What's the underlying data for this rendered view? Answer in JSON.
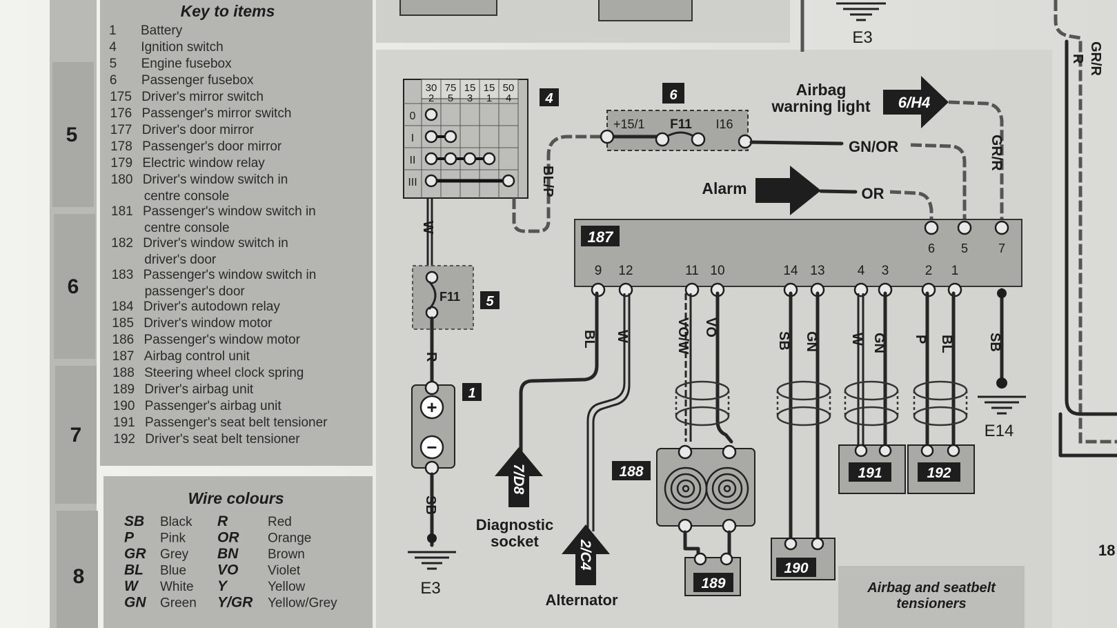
{
  "key_panel": {
    "title": "Key to items",
    "items": [
      {
        "num": "1",
        "label": "Battery"
      },
      {
        "num": "4",
        "label": "Ignition switch"
      },
      {
        "num": "5",
        "label": "Engine fusebox"
      },
      {
        "num": "6",
        "label": "Passenger fusebox"
      },
      {
        "num": "175",
        "label": "Driver's mirror switch"
      },
      {
        "num": "176",
        "label": "Passenger's mirror switch"
      },
      {
        "num": "177",
        "label": "Driver's door mirror"
      },
      {
        "num": "178",
        "label": "Passenger's door mirror"
      },
      {
        "num": "179",
        "label": "Electric window relay"
      },
      {
        "num": "180",
        "label": "Driver's window switch in",
        "label2": "centre console"
      },
      {
        "num": "181",
        "label": "Passenger's window switch in",
        "label2": "centre console"
      },
      {
        "num": "182",
        "label": "Driver's window switch in",
        "label2": "driver's door"
      },
      {
        "num": "183",
        "label": "Passenger's window switch in",
        "label2": "passenger's door"
      },
      {
        "num": "184",
        "label": "Driver's autodown relay"
      },
      {
        "num": "185",
        "label": "Driver's window motor"
      },
      {
        "num": "186",
        "label": "Passenger's window motor"
      },
      {
        "num": "187",
        "label": "Airbag control unit"
      },
      {
        "num": "188",
        "label": "Steering wheel clock spring"
      },
      {
        "num": "189",
        "label": "Driver's airbag unit"
      },
      {
        "num": "190",
        "label": "Passenger's airbag unit"
      },
      {
        "num": "191",
        "label": "Passenger's seat belt tensioner"
      },
      {
        "num": "192",
        "label": "Driver's seat belt tensioner"
      }
    ]
  },
  "wire_colours": {
    "title": "Wire colours",
    "rows": [
      {
        "c1": "SB",
        "n1": "Black",
        "c2": "R",
        "n2": "Red"
      },
      {
        "c1": "P",
        "n1": "Pink",
        "c2": "OR",
        "n2": "Orange"
      },
      {
        "c1": "GR",
        "n1": "Grey",
        "c2": "BN",
        "n2": "Brown"
      },
      {
        "c1": "BL",
        "n1": "Blue",
        "c2": "VO",
        "n2": "Violet"
      },
      {
        "c1": "W",
        "n1": "White",
        "c2": "Y",
        "n2": "Yellow"
      },
      {
        "c1": "GN",
        "n1": "Green",
        "c2": "Y/GR",
        "n2": "Yellow/Grey"
      }
    ]
  },
  "side_tabs": [
    "5",
    "6",
    "7",
    "8"
  ],
  "diagram": {
    "ground_top": "E3",
    "ground_bottom": "E3",
    "ground_right": "E14",
    "ignition_switch": {
      "tag": "4",
      "header_top": [
        "30",
        "75",
        "15",
        "15",
        "50"
      ],
      "header_bottom": [
        "2",
        "5",
        "3",
        "1",
        "4"
      ],
      "rows": [
        "0",
        "I",
        "II",
        "III"
      ]
    },
    "fuse5": {
      "tag": "5",
      "label": "F11"
    },
    "fuse6": {
      "tag": "6",
      "label_left": "+15/1",
      "label_mid": "F11",
      "label_right": "I16"
    },
    "battery_tag": "1",
    "battery_plus": "+",
    "battery_minus": "−",
    "ecu": {
      "tag": "187",
      "top_pins": [
        "6",
        "5",
        "7"
      ],
      "bottom_pins": [
        "9",
        "12",
        "11",
        "10",
        "14",
        "13",
        "4",
        "3",
        "2",
        "1"
      ]
    },
    "wire_labels": {
      "w_left": "W",
      "r_left": "R",
      "sb_left": "SB",
      "blp": "BL/P",
      "gnor": "GN/OR",
      "or": "OR",
      "grr": "GR/R",
      "bl9": "BL",
      "w12": "W",
      "vow": "VO/W",
      "vo": "VO",
      "sb14": "SB",
      "gn13": "GN",
      "w4": "W",
      "gn3": "GN",
      "p2": "P",
      "bl1": "BL",
      "sb_gnd": "SB",
      "grr_right": "GR/R",
      "r_right": "R"
    },
    "arrows": {
      "airbag_label_1": "Airbag",
      "airbag_label_2": "warning light",
      "airbag_ref": "6/H4",
      "alarm_label": "Alarm",
      "diag_ref": "7/D8",
      "diag_label_1": "Diagnostic",
      "diag_label_2": "socket",
      "alt_ref": "2/C4",
      "alt_label": "Alternator"
    },
    "components": {
      "c188": "188",
      "c189": "189",
      "c190": "190",
      "c191": "191",
      "c192": "192"
    },
    "footer_caption_1": "Airbag and seatbelt",
    "footer_caption_2": "tensioners"
  }
}
